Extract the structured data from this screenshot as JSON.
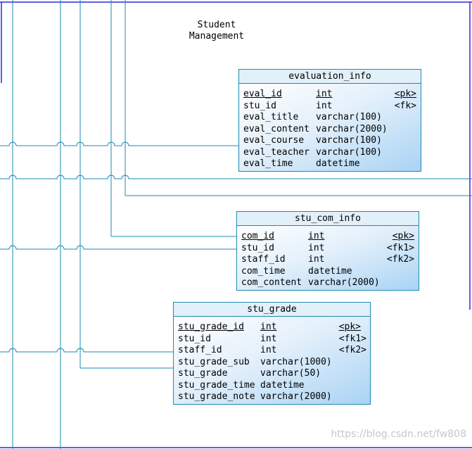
{
  "package_title": "Student\nManagement",
  "entities": {
    "evaluation_info": {
      "name": "evaluation_info",
      "rows": [
        {
          "col": "eval_id",
          "type": "int",
          "key": "<pk>",
          "primary": true
        },
        {
          "col": "stu_id",
          "type": "int",
          "key": "<fk>",
          "primary": false
        },
        {
          "col": "eval_title",
          "type": "varchar(100)",
          "key": "",
          "primary": false
        },
        {
          "col": "eval_content",
          "type": "varchar(2000)",
          "key": "",
          "primary": false
        },
        {
          "col": "eval_course",
          "type": "varchar(100)",
          "key": "",
          "primary": false
        },
        {
          "col": "eval_teacher",
          "type": "varchar(100)",
          "key": "",
          "primary": false
        },
        {
          "col": "eval_time",
          "type": "datetime",
          "key": "",
          "primary": false
        }
      ]
    },
    "stu_com_info": {
      "name": "stu_com_info",
      "rows": [
        {
          "col": "com_id",
          "type": "int",
          "key": "<pk>",
          "primary": true
        },
        {
          "col": "stu_id",
          "type": "int",
          "key": "<fk1>",
          "primary": false
        },
        {
          "col": "staff_id",
          "type": "int",
          "key": "<fk2>",
          "primary": false
        },
        {
          "col": "com_time",
          "type": "datetime",
          "key": "",
          "primary": false
        },
        {
          "col": "com_content",
          "type": "varchar(2000)",
          "key": "",
          "primary": false
        }
      ]
    },
    "stu_grade": {
      "name": "stu_grade",
      "rows": [
        {
          "col": "stu_grade_id",
          "type": "int",
          "key": "<pk>",
          "primary": true
        },
        {
          "col": "stu_id",
          "type": "int",
          "key": "<fk1>",
          "primary": false
        },
        {
          "col": "staff_id",
          "type": "int",
          "key": "<fk2>",
          "primary": false
        },
        {
          "col": "stu_grade_sub",
          "type": "varchar(1000)",
          "key": "",
          "primary": false
        },
        {
          "col": "stu_grade",
          "type": "varchar(50)",
          "key": "",
          "primary": false
        },
        {
          "col": "stu_grade_time",
          "type": "datetime",
          "key": "",
          "primary": false
        },
        {
          "col": "stu_grade_note",
          "type": "varchar(2000)",
          "key": "",
          "primary": false
        }
      ]
    }
  },
  "watermark": "https://blog.csdn.net/fw808",
  "colors": {
    "line": "#1b8ab3",
    "frame": "#2b2bd0",
    "header_bg": "#e2f0f9"
  }
}
